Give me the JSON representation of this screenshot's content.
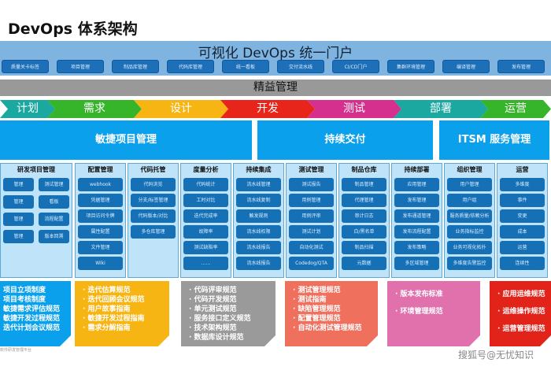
{
  "title": "DevOps 体系架构",
  "portal": {
    "title": "可视化 DevOps 统一门户",
    "buttons": [
      "质量关卡标签",
      "项目管理",
      "制品库管理",
      "代码库管理",
      "统一看板",
      "交付流水线",
      "CI/CD门户",
      "集群环境管理",
      "编译管理",
      "发布管理"
    ]
  },
  "lean": "精益管理",
  "phases": [
    {
      "label": "计划",
      "color": "#1aa8a0"
    },
    {
      "label": "需求",
      "color": "#36b52a"
    },
    {
      "label": "设计",
      "color": "#f7b514"
    },
    {
      "label": "开发",
      "color": "#e8251b"
    },
    {
      "label": "测试",
      "color": "#d6308f"
    },
    {
      "label": "部署",
      "color": "#1aa8a0"
    },
    {
      "label": "运营",
      "color": "#36b52a"
    }
  ],
  "pillars": [
    "敏捷项目管理",
    "持续交付",
    "ITSM 服务管理"
  ],
  "columns": [
    {
      "title": "研发项目管理",
      "items": [
        "管理",
        "管理",
        "管理",
        "管理",
        "测试管理",
        "看板",
        "流程配置",
        "版本回溯"
      ]
    },
    {
      "title": "配置管理",
      "items": [
        "webhook",
        "凭据管理",
        "项目访问令牌",
        "属性配置",
        "文件管理",
        "Wiki"
      ]
    },
    {
      "title": "代码托管",
      "items": [
        "代码浏览",
        "分支/标签管理",
        "代码版本/对比",
        "多仓库管理"
      ]
    },
    {
      "title": "度量分析",
      "items": [
        "代码统计",
        "工时对比",
        "迭代完成率",
        "故障率",
        "测试缺陷率",
        "……"
      ]
    },
    {
      "title": "持续集成",
      "items": [
        "流水线管理",
        "流水线复制",
        "触发规则",
        "流水线权限",
        "流水线报告",
        "流水线报告"
      ]
    },
    {
      "title": "测试管理",
      "items": [
        "测试报告",
        "用例管理",
        "用例评审",
        "测试计划",
        "自动化测试",
        "Codedog/QTA"
      ]
    },
    {
      "title": "制品仓库",
      "items": [
        "制品管理",
        "代理管理",
        "审计日志",
        "白/黑名单",
        "制品扫描",
        "元数据"
      ]
    },
    {
      "title": "持续部署",
      "items": [
        "应用管理",
        "发布管理",
        "发布通道管理",
        "发布流程配置",
        "发布策略",
        "多区域管理"
      ]
    },
    {
      "title": "组织管理",
      "items": [
        "用户管理",
        "用户组",
        "服务质量/依赖分析",
        "业务指标监控",
        "业务可视化拓扑",
        "多维度告警监控"
      ]
    },
    {
      "title": "运营",
      "items": [
        "多维度",
        "事件",
        "变更",
        "成本",
        "运营",
        "连续性"
      ]
    }
  ],
  "notes": [
    {
      "color": "#0aa0ec",
      "items": [
        "项目立项制度",
        "项目考核制度",
        "敏捷需求评估规范",
        "敏捷开发过程规范",
        "迭代计划会议规范"
      ]
    },
    {
      "color": "#f7b514",
      "items": [
        "迭代估算规范",
        "迭代回顾会议规范",
        "用户故事指南",
        "敏捷开发过程指南",
        "需求分解指南"
      ]
    },
    {
      "color": "#9a9a9a",
      "items": [
        "代码评审规范",
        "代码开发规范",
        "单元测试规范",
        "服务接口定义规范",
        "技术架构规范",
        "数据库设计规范"
      ]
    },
    {
      "color": "#f0705e",
      "items": [
        "测试管理规范",
        "测试指南",
        "缺陷管理规范",
        "配置管理规范",
        "自动化测试管理规范"
      ]
    },
    {
      "color": "#e071ad",
      "items": [
        "版本发布标准",
        "环境管理规范"
      ]
    },
    {
      "color": "#e2231a",
      "items": [
        "应用运维规范",
        "运维操作规范",
        "运营管理规范"
      ]
    }
  ],
  "footer": "软件研发管理平台",
  "watermark": "搜狐号@无忧知识"
}
